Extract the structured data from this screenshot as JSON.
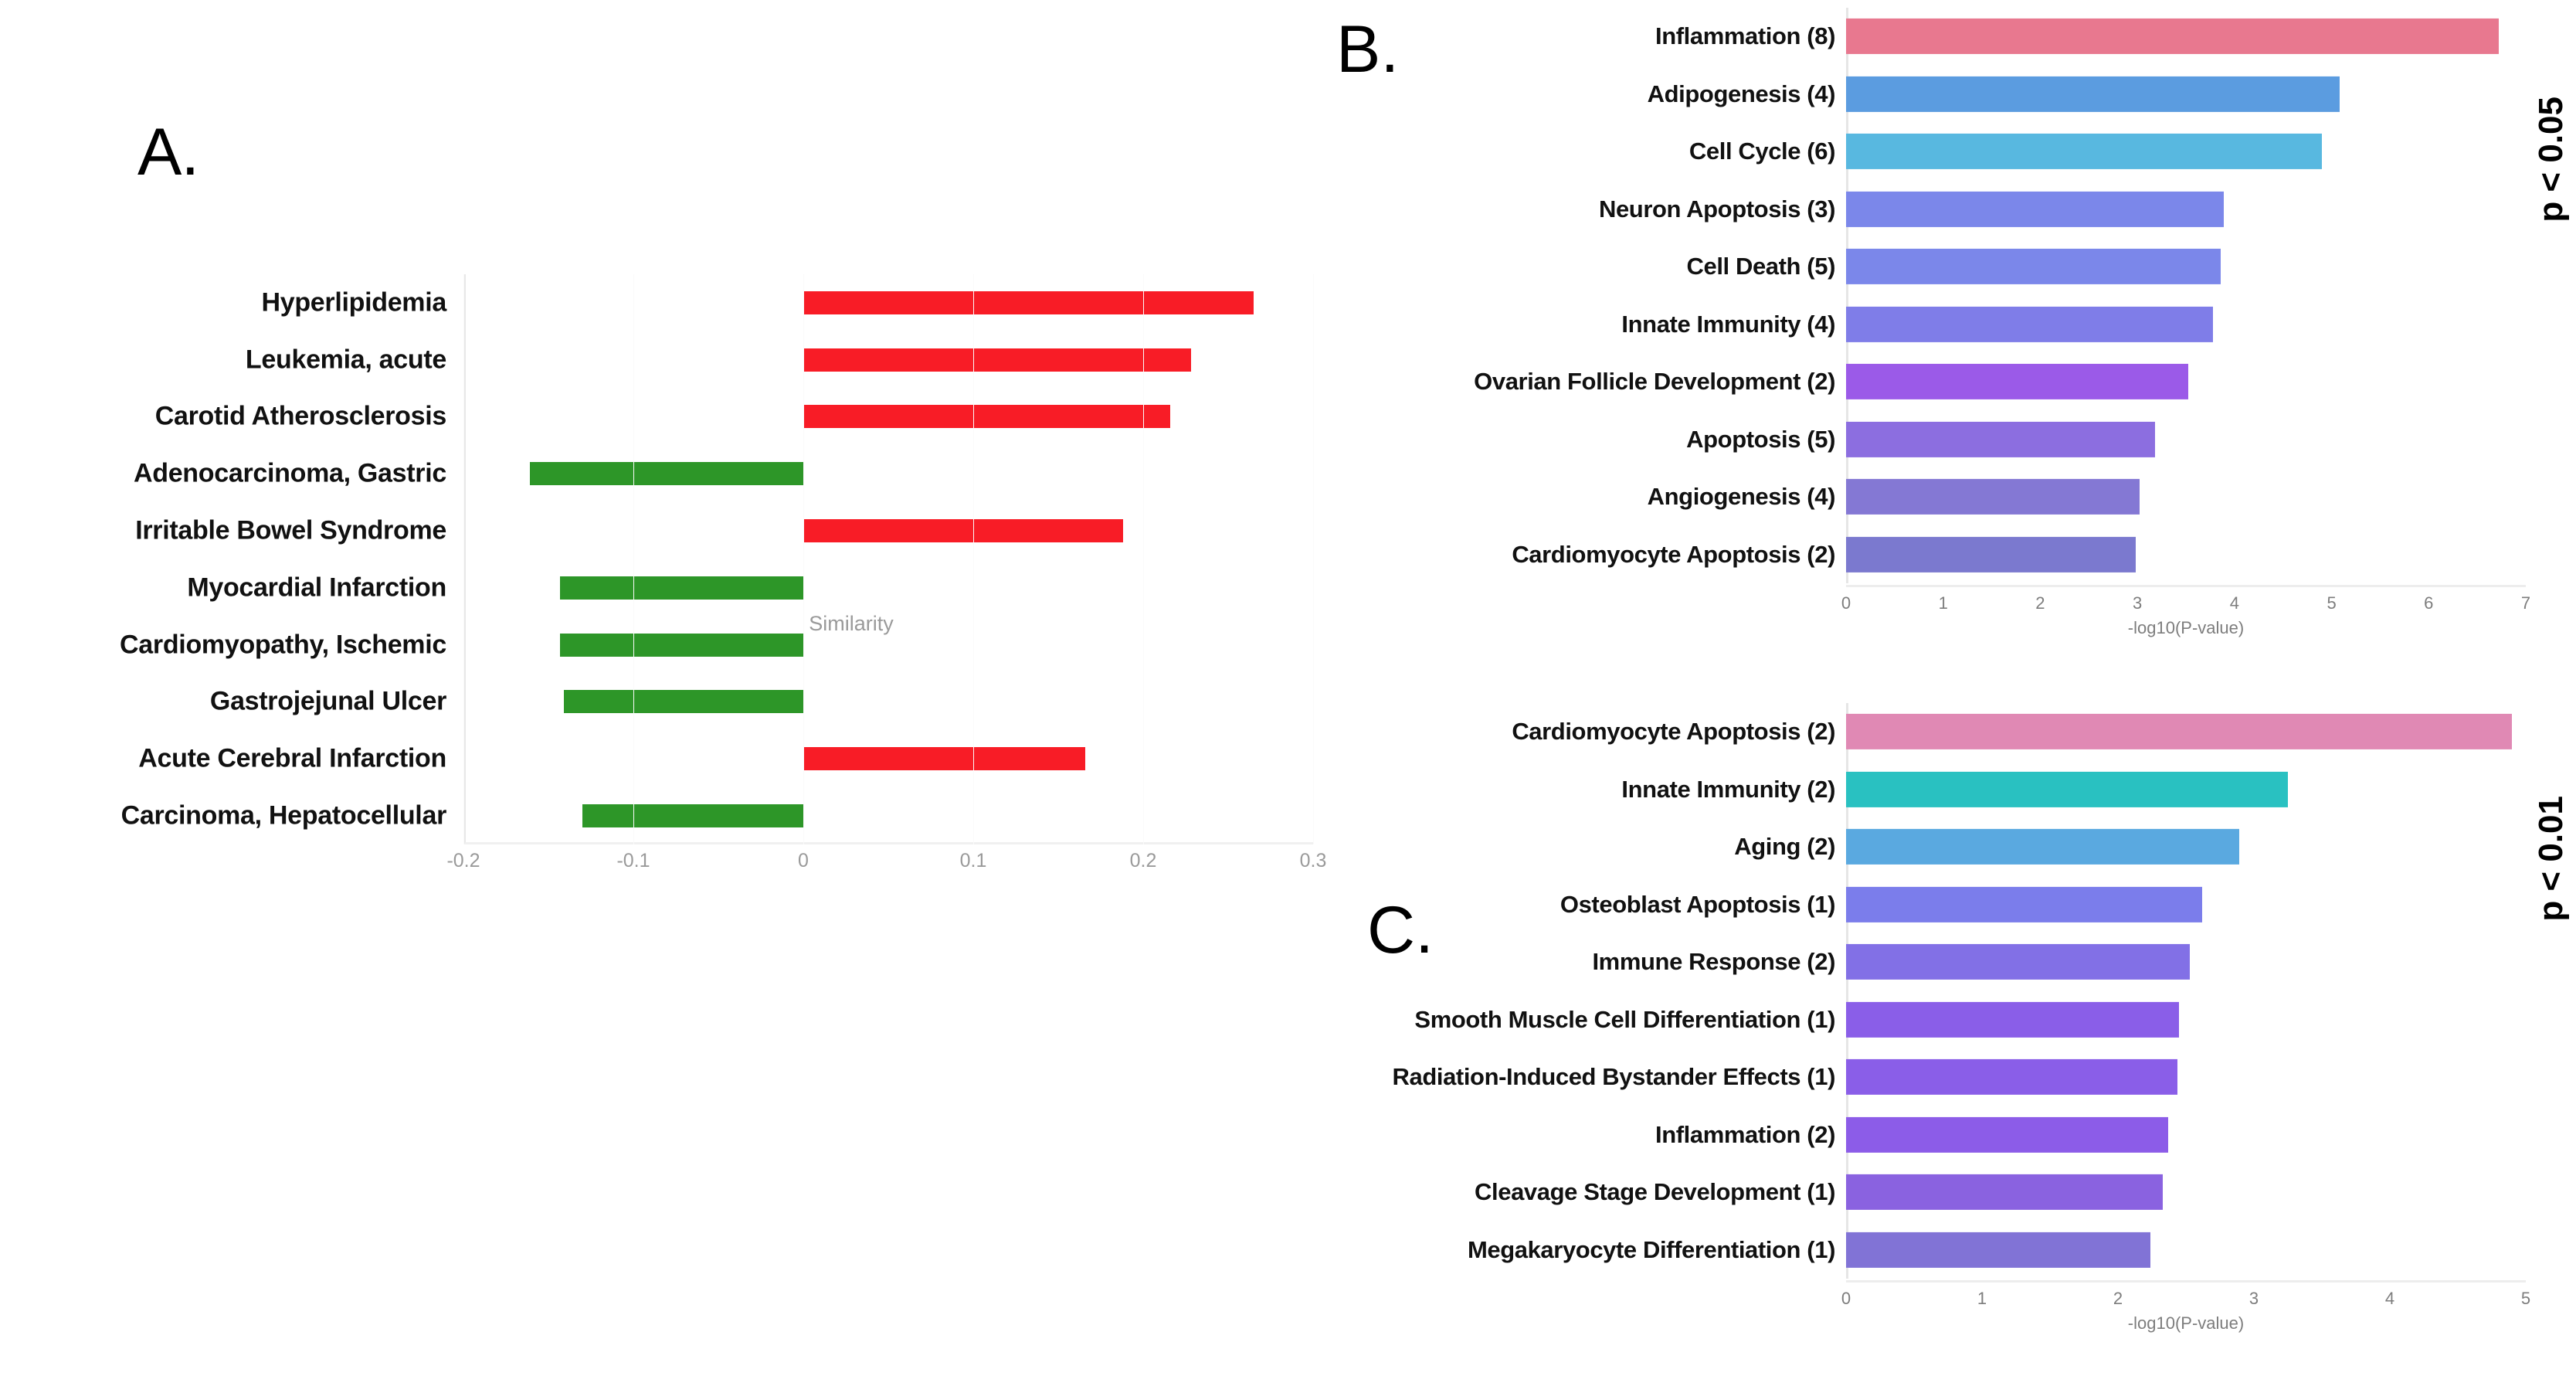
{
  "figure": {
    "panels": [
      "A.",
      "B.",
      "C."
    ]
  },
  "panel_a": {
    "letter": "A.",
    "chart_data": {
      "type": "bar",
      "orientation": "horizontal",
      "title": "",
      "xlabel": "Similarity",
      "ylabel": "",
      "xlim": [
        -0.2,
        0.3
      ],
      "xticks": [
        -0.2,
        -0.1,
        0,
        0.1,
        0.2,
        0.3
      ],
      "xticklabels": [
        "-0.2",
        "-0.1",
        "0",
        "0.1",
        "0.2",
        "0.3"
      ],
      "grid": false,
      "positive_color": "#f81c26",
      "negative_color": "#2d9628",
      "categories": [
        "Hyperlipidemia",
        "Leukemia, acute",
        "Carotid Atherosclerosis",
        "Adenocarcinoma, Gastric",
        "Irritable Bowel Syndrome",
        "Myocardial Infarction",
        "Cardiomyopathy, Ischemic",
        "Gastrojejunal Ulcer",
        "Acute Cerebral Infarction",
        "Carcinoma, Hepatocellular"
      ],
      "values": [
        0.265,
        0.228,
        0.216,
        -0.161,
        0.188,
        -0.143,
        -0.143,
        -0.141,
        0.166,
        -0.13
      ]
    }
  },
  "panel_b": {
    "letter": "B.",
    "pvalue_annotation": "p < 0.05",
    "chart_data": {
      "type": "bar",
      "orientation": "horizontal",
      "title": "",
      "xlabel": "-log10(P-value)",
      "ylabel": "",
      "xlim": [
        0,
        7
      ],
      "xticks": [
        0,
        1,
        2,
        3,
        4,
        5,
        6,
        7
      ],
      "xticklabels": [
        "0",
        "1",
        "2",
        "3",
        "4",
        "5",
        "6",
        "7"
      ],
      "grid": false,
      "categories": [
        "Inflammation (8)",
        "Adipogenesis (4)",
        "Cell Cycle (6)",
        "Neuron Apoptosis (3)",
        "Cell Death (5)",
        "Innate Immunity (4)",
        "Ovarian Follicle Development (2)",
        "Apoptosis (5)",
        "Angiogenesis (4)",
        "Cardiomyocyte Apoptosis (2)"
      ],
      "values": [
        6.72,
        5.08,
        4.9,
        3.89,
        3.86,
        3.78,
        3.52,
        3.18,
        3.02,
        2.98
      ],
      "colors": [
        "#e8788f",
        "#5b9ce0",
        "#58b8e0",
        "#7b87ea",
        "#7b87ea",
        "#7f7de8",
        "#9b5ae8",
        "#8c6ee0",
        "#8478d4",
        "#7b79cf"
      ]
    }
  },
  "panel_c": {
    "letter": "C.",
    "pvalue_annotation": "p < 0.01",
    "chart_data": {
      "type": "bar",
      "orientation": "horizontal",
      "title": "",
      "xlabel": "-log10(P-value)",
      "ylabel": "",
      "xlim": [
        0,
        5
      ],
      "xticks": [
        0,
        1,
        2,
        3,
        4,
        5
      ],
      "xticklabels": [
        "0",
        "1",
        "2",
        "3",
        "4",
        "5"
      ],
      "grid": false,
      "categories": [
        "Cardiomyocyte Apoptosis (2)",
        "Innate Immunity (2)",
        "Aging (2)",
        "Osteoblast Apoptosis (1)",
        "Immune Response (2)",
        "Smooth Muscle Cell Differentiation (1)",
        "Radiation-Induced Bystander Effects (1)",
        "Inflammation (2)",
        "Cleavage Stage Development (1)",
        "Megakaryocyte Differentiation (1)"
      ],
      "values": [
        4.9,
        3.25,
        2.89,
        2.62,
        2.53,
        2.45,
        2.44,
        2.37,
        2.33,
        2.24
      ],
      "colors": [
        "#e089b4",
        "#29c1c1",
        "#5aa9e0",
        "#7b7deb",
        "#8270e6",
        "#8a5ee8",
        "#8a5ee8",
        "#8c5ce8",
        "#8a62e0",
        "#8173d6"
      ]
    }
  }
}
